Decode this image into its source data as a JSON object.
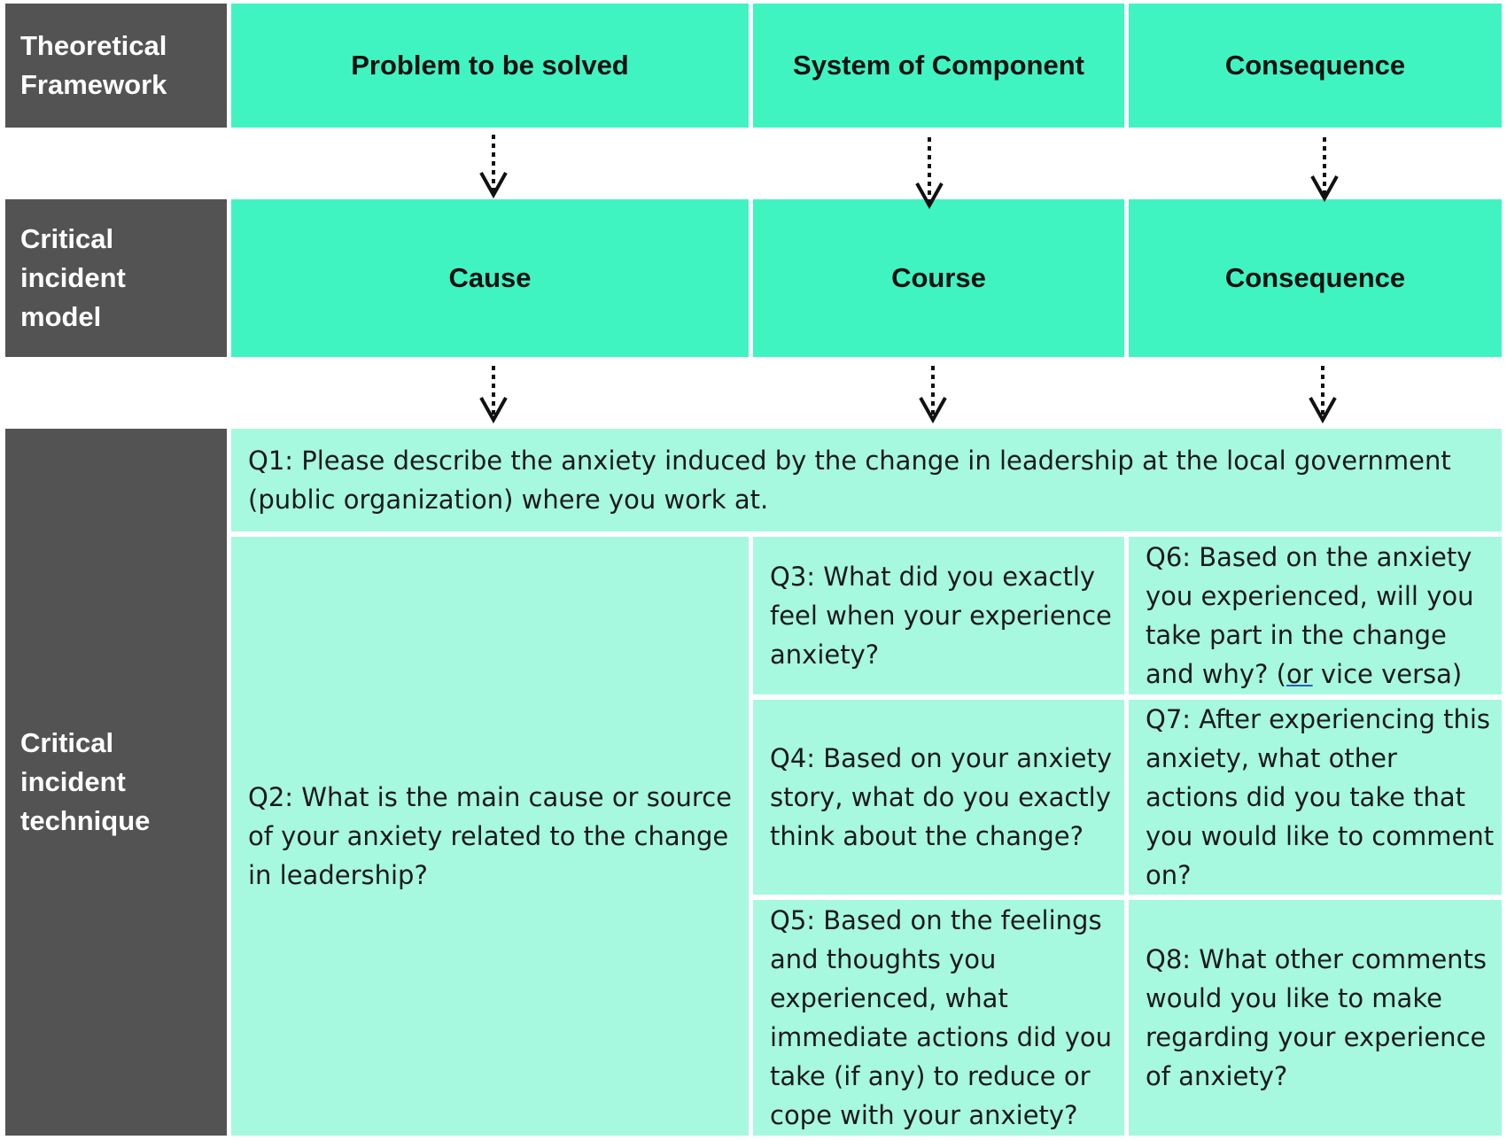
{
  "rows": {
    "framework": {
      "header": "Theoretical\nFramework",
      "cells": [
        "Problem to be solved",
        "System of Component",
        "Consequence"
      ]
    },
    "model": {
      "header": "Critical\nincident\nmodel",
      "cells": [
        "Cause",
        "Course",
        "Consequence"
      ]
    },
    "technique": {
      "header": "Critical\nincident\ntechnique"
    }
  },
  "questions": {
    "q1": "Q1: Please describe the anxiety induced by the change in leadership at the local government (public organization) where you work at.",
    "q2": "Q2: What is the main cause or source of your anxiety related to the change in leadership?",
    "q3": "Q3: What did you exactly feel when your experience anxiety?",
    "q4": "Q4: Based on your anxiety story, what do you exactly think about the change?",
    "q5": "Q5: Based on the feelings and thoughts you experienced, what immediate actions did you take (if any) to reduce or cope with your anxiety?",
    "q6_before": "Q6: Based on the anxiety you experienced, will you take part in the change and why? (",
    "q6_link": "or",
    "q6_after": " vice versa)",
    "q7": "Q7: After experiencing this anxiety, what other actions did you take that you would like to comment on?",
    "q8": "Q8: What other comments would you like to make regarding your experience of anxiety?"
  },
  "colors": {
    "dark": "#535353",
    "bright": "#40f4c2",
    "light": "#a6f8df",
    "arrow": "#111111"
  }
}
